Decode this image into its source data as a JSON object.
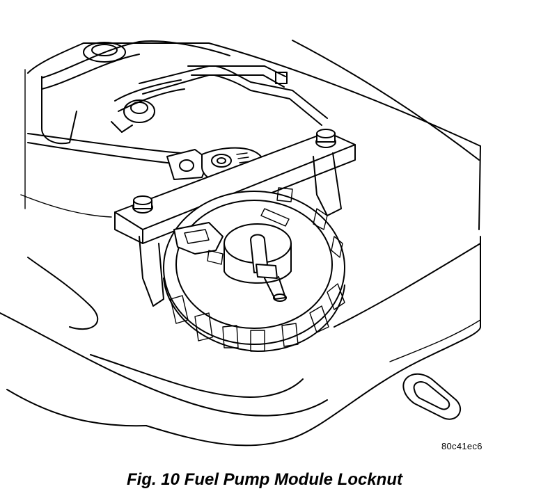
{
  "figure": {
    "caption": "Fig. 10 Fuel Pump Module Locknut",
    "image_code": "80c41ec6",
    "illustration_subject": "fuel pump module locknut removal with ratchet and spanner tool"
  }
}
